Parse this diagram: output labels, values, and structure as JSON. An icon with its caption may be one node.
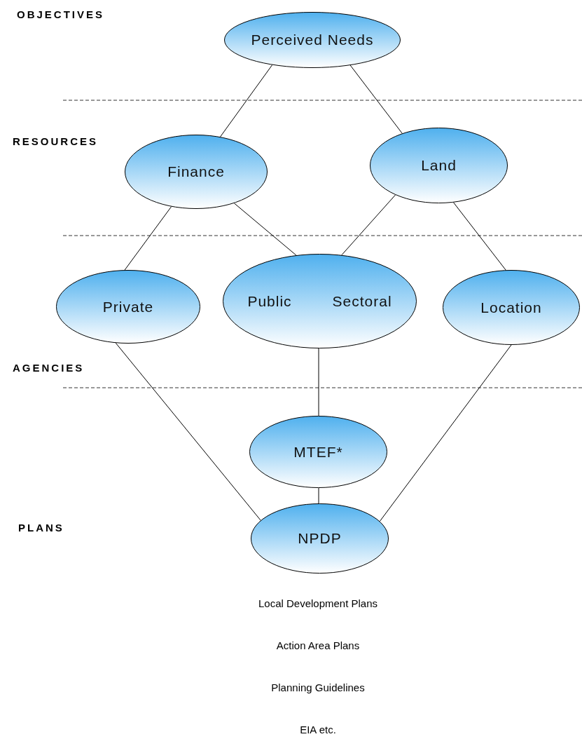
{
  "diagram": {
    "nodes": [
      {
        "text": [
          "Perceived Needs"
        ]
      },
      {
        "text": [
          "Finance"
        ]
      },
      {
        "text": [
          "Land"
        ]
      },
      {
        "text": [
          "Private"
        ]
      },
      {
        "text": [
          "Public",
          "Sectoral"
        ]
      },
      {
        "text": [
          "Location"
        ]
      },
      {
        "text": [
          "MTEF*"
        ]
      },
      {
        "text": [
          "NPDP"
        ]
      }
    ],
    "edges": [
      {
        "from": 0,
        "to": 1,
        "arrow": "none"
      },
      {
        "from": 0,
        "to": 2,
        "arrow": "none"
      },
      {
        "from": 1,
        "to": 3,
        "arrow": "none"
      },
      {
        "from": 1,
        "to": 4,
        "arrow": "none"
      },
      {
        "from": 2,
        "to": 4,
        "arrow": "none"
      },
      {
        "from": 2,
        "to": 5,
        "arrow": "none"
      },
      {
        "from": 3,
        "to": 7,
        "arrow": "none"
      },
      {
        "from": 4,
        "to": 6,
        "arrow": "none"
      },
      {
        "from": 5,
        "to": 7,
        "arrow": "none"
      },
      {
        "from": 6,
        "to": 7,
        "arrow": "none"
      }
    ],
    "labels": [
      "OBJECTIVES",
      "RESOURCES",
      "AGENCIES",
      "PLANS",
      "Local Development Plans",
      "Action Area Plans",
      "Planning Guidelines",
      "EIA etc."
    ]
  }
}
